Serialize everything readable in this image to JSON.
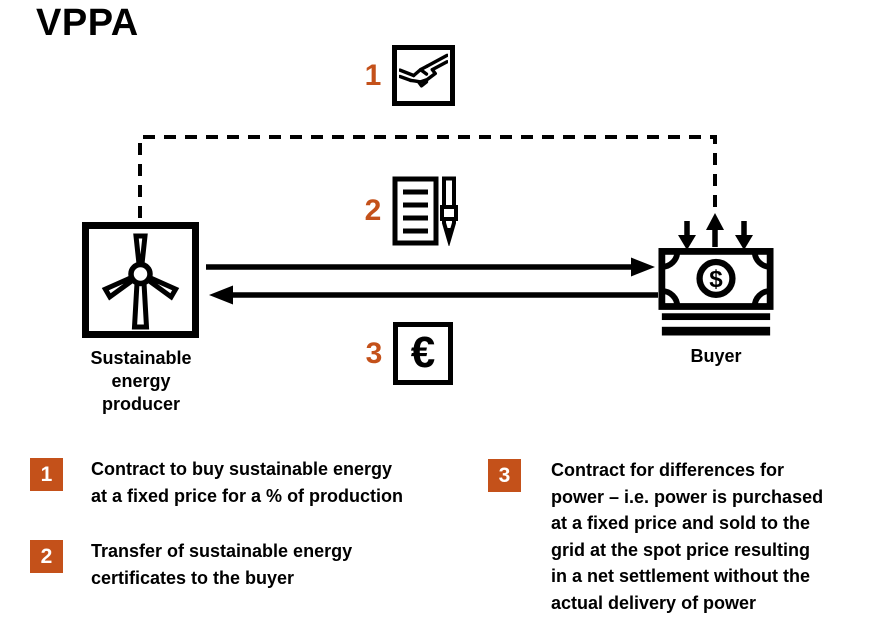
{
  "title": "VPPA",
  "colors": {
    "accent": "#C4511A",
    "ink": "#000000",
    "background": "#FFFFFF"
  },
  "diagram": {
    "steps": [
      {
        "num": "1",
        "icon": "handshake-icon"
      },
      {
        "num": "2",
        "icon": "contract-pen-icon"
      },
      {
        "num": "3",
        "icon": "euro-icon"
      }
    ],
    "euro_symbol": "€",
    "producer": {
      "label": "Sustainable\nenergy\nproducer"
    },
    "buyer": {
      "label": "Buyer",
      "currency_symbol": "$"
    },
    "connections": [
      "dashed-agreement-loop-producer-to-buyer",
      "solid-arrow-producer-to-buyer",
      "solid-arrow-buyer-to-producer"
    ]
  },
  "legend": {
    "items": [
      {
        "num": "1",
        "text": "Contract to buy sustainable energy\nat a fixed price for a % of production"
      },
      {
        "num": "2",
        "text": "Transfer of sustainable energy\ncertificates to the buyer"
      },
      {
        "num": "3",
        "text": "Contract for differences for\npower – i.e. power is purchased\nat a fixed price and sold to the\ngrid at the spot price resulting\nin a net settlement without the\nactual delivery of power"
      }
    ]
  }
}
